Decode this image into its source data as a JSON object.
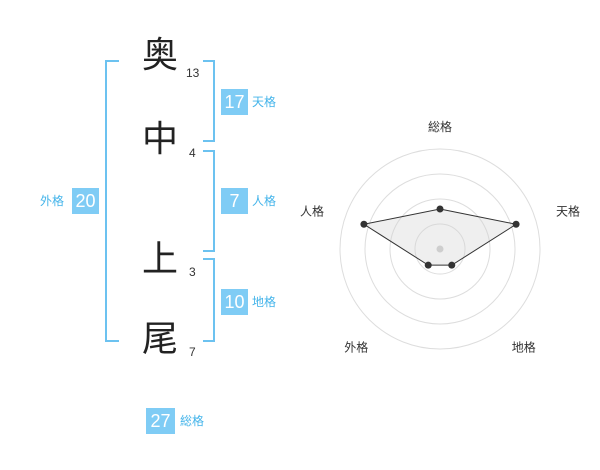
{
  "name_chars": [
    {
      "char": "奥",
      "strokes": "13"
    },
    {
      "char": "中",
      "strokes": "4"
    },
    {
      "char": "上",
      "strokes": "3"
    },
    {
      "char": "尾",
      "strokes": "7"
    }
  ],
  "fortunes": {
    "tenkaku": {
      "value": "17",
      "label": "天格"
    },
    "jinkaku": {
      "value": "7",
      "label": "人格"
    },
    "chikaku": {
      "value": "10",
      "label": "地格"
    },
    "gaikaku": {
      "value": "20",
      "label": "外格"
    },
    "soukaku": {
      "value": "27",
      "label": "総格"
    }
  },
  "colors": {
    "accent": "#7fccf5",
    "bracket": "#6cc2f0",
    "label": "#44b4ea"
  },
  "chart_data": {
    "type": "radar",
    "axes": [
      "総格",
      "天格",
      "地格",
      "外格",
      "人格"
    ],
    "values": [
      2,
      4,
      1,
      1,
      4
    ],
    "rmax": 5,
    "grid_rings": 4
  }
}
